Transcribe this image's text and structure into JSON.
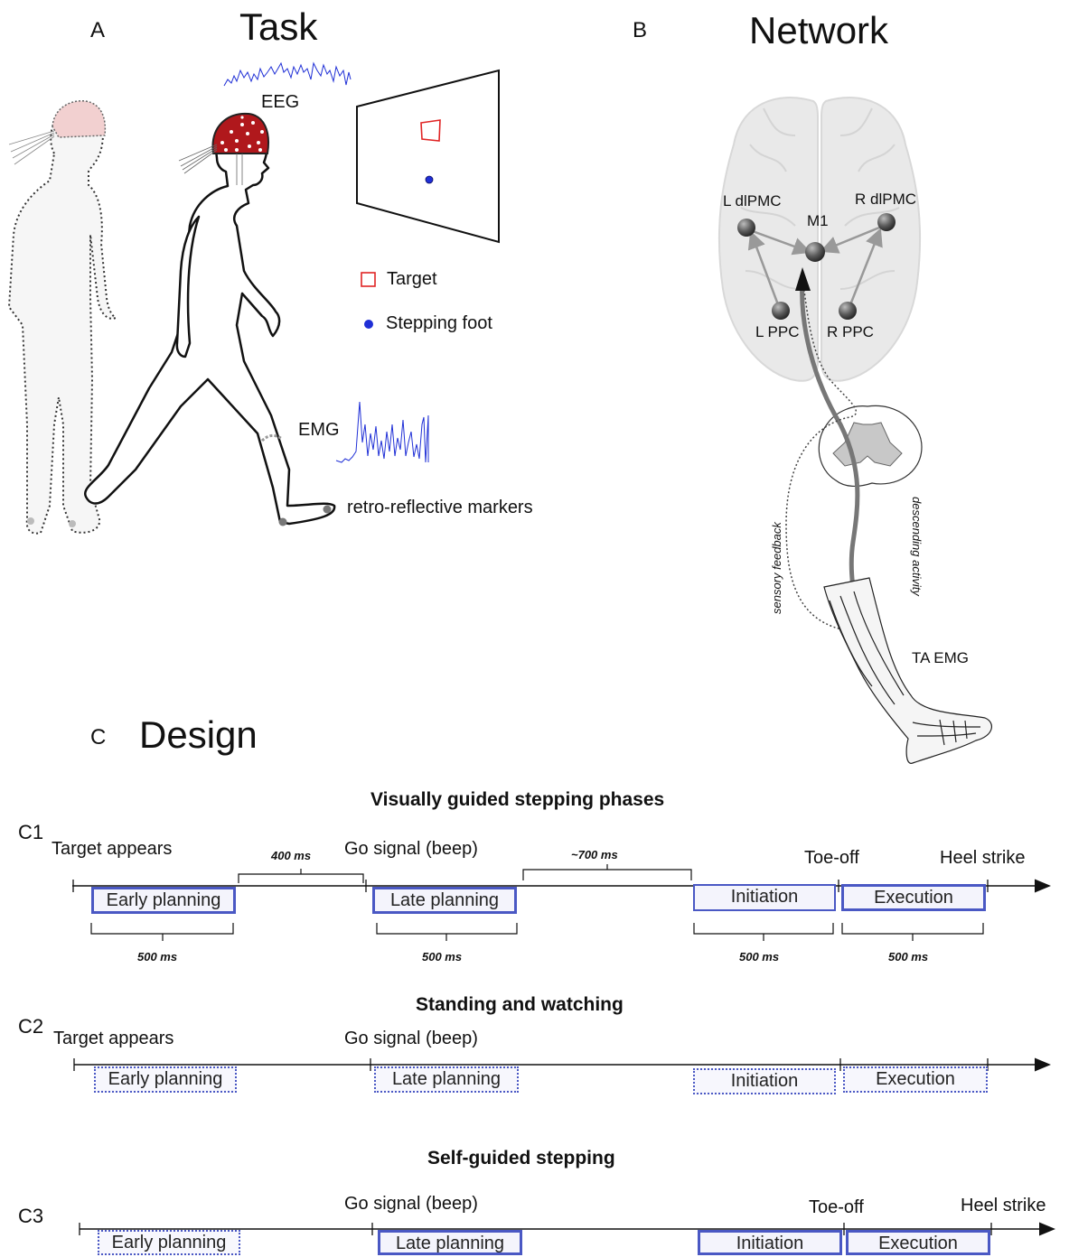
{
  "panelA": {
    "letter": "A",
    "title": "Task",
    "eeg_label": "EEG",
    "emg_label": "EMG",
    "target_label": "Target",
    "foot_label": "Stepping foot",
    "markers_label": "retro-reflective markers"
  },
  "panelB": {
    "letter": "B",
    "title": "Network",
    "nodes": {
      "l_dlpmc": "L dlPMC",
      "r_dlpmc": "R dlPMC",
      "m1": "M1",
      "l_ppc": "L PPC",
      "r_ppc": "R PPC"
    },
    "sensory_label": "sensory feedback",
    "descending_label": "descending activity",
    "ta_label": "TA EMG"
  },
  "panelC": {
    "letter": "C",
    "title": "Design",
    "c1": {
      "id": "C1",
      "title": "Visually guided stepping phases",
      "target": "Target appears",
      "go": "Go signal (beep)",
      "toe": "Toe-off",
      "heel": "Heel strike",
      "gap1": "400 ms",
      "gap2": "~700 ms",
      "boxes": [
        "Early planning",
        "Late planning",
        "Initiation",
        "Execution"
      ],
      "durations": [
        "500 ms",
        "500 ms",
        "500 ms",
        "500 ms"
      ]
    },
    "c2": {
      "id": "C2",
      "title": "Standing and watching",
      "target": "Target appears",
      "go": "Go signal (beep)",
      "boxes": [
        "Early planning",
        "Late planning",
        "Initiation",
        "Execution"
      ]
    },
    "c3": {
      "id": "C3",
      "title": "Self-guided stepping",
      "go": "Go signal (beep)",
      "toe": "Toe-off",
      "heel": "Heel strike",
      "boxes": [
        "Early planning",
        "Late planning",
        "Initiation",
        "Execution"
      ]
    }
  },
  "colors": {
    "cap_red": "#b0181c",
    "box_blue": "#4a58c4",
    "signal_blue": "#1f2fd6",
    "target_red": "#e02424",
    "node_gray": "#555555"
  }
}
